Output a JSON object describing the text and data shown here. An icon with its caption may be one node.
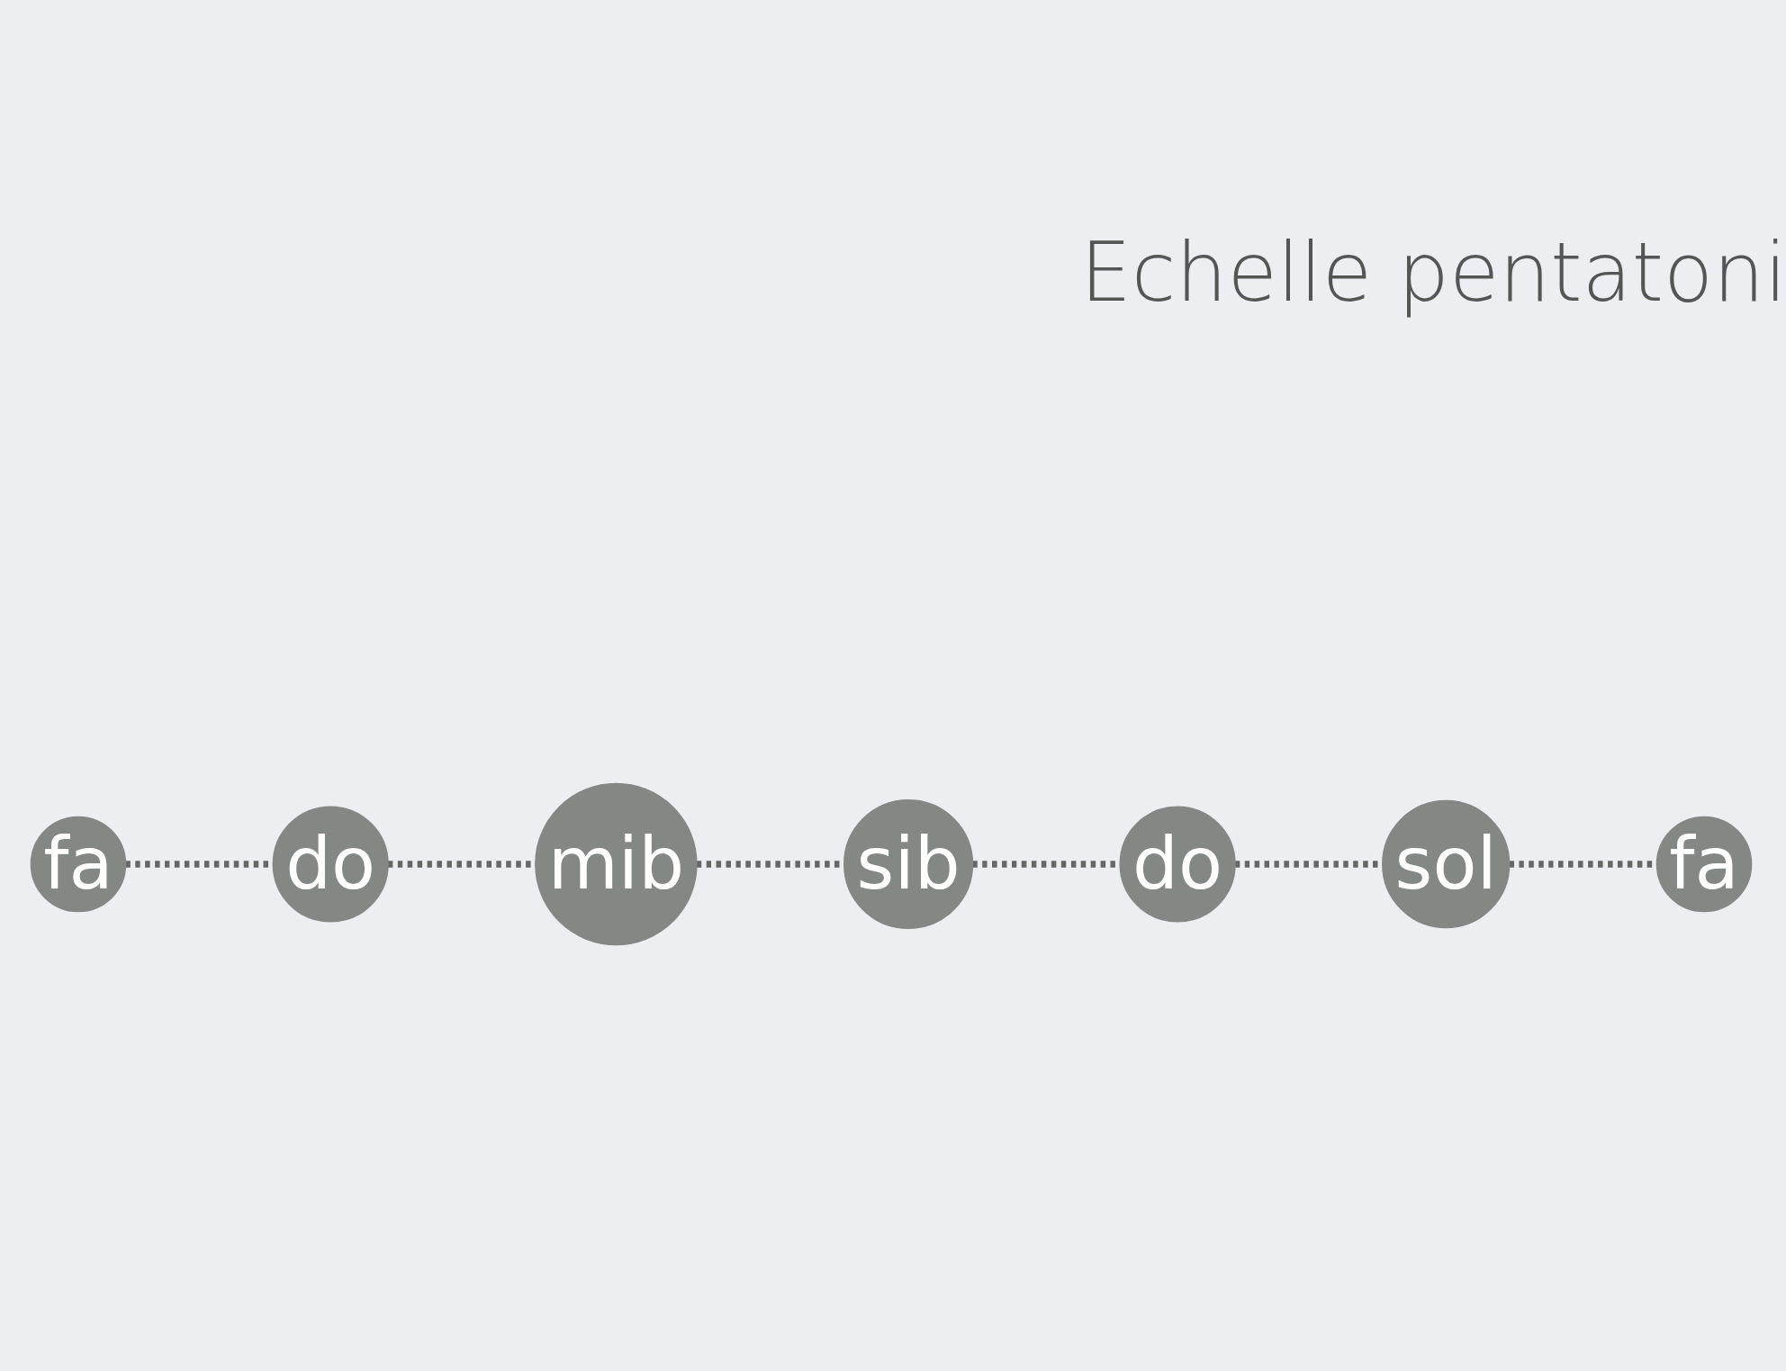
{
  "diagram": {
    "title": "Echelle pentatoni",
    "nodes": [
      {
        "text": [
          "fa"
        ]
      },
      {
        "text": [
          "do"
        ]
      },
      {
        "text": [
          "mib"
        ]
      },
      {
        "text": [
          "sib"
        ]
      },
      {
        "text": [
          "do"
        ]
      },
      {
        "text": [
          "sol"
        ]
      },
      {
        "text": [
          "fa"
        ]
      }
    ],
    "edges": [
      {
        "from": 0,
        "to": 1,
        "arrow": "none",
        "style": "dashed"
      },
      {
        "from": 1,
        "to": 2,
        "arrow": "none",
        "style": "dashed"
      },
      {
        "from": 2,
        "to": 3,
        "arrow": "none",
        "style": "dashed"
      },
      {
        "from": 3,
        "to": 4,
        "arrow": "none",
        "style": "dashed"
      },
      {
        "from": 4,
        "to": 5,
        "arrow": "none",
        "style": "dashed"
      },
      {
        "from": 5,
        "to": 6,
        "arrow": "none",
        "style": "dashed"
      }
    ]
  }
}
